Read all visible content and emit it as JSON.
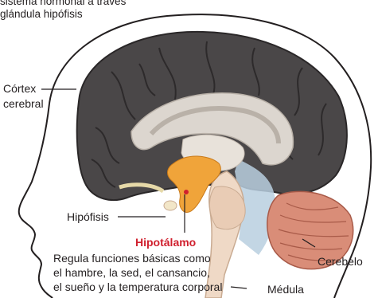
{
  "caption": {
    "line1": "sistema hormonal a través",
    "line2": "glándula hipófisis"
  },
  "labels": {
    "cortex_line1": "Córtex",
    "cortex_line2": "cerebral",
    "hipofisis": "Hipófisis",
    "hipotalamo": "Hipotálamo",
    "description": [
      "Regula funciones básicas como",
      "el hambre, la sed, el cansancio,",
      "el sueño y la temperatura corporal"
    ],
    "cerebelo": "Cerebelo",
    "medula": "Médula"
  },
  "colors": {
    "cortex": "#4a4748",
    "cortex_groove": "#2a2728",
    "white_matter": "#dcd6cf",
    "hypothalamus": "#f0a43a",
    "hypothalamus_dot": "#d0202e",
    "cerebellum": "#d98d78",
    "brainstem": "#efd9c6",
    "ventricle": "#b9cfdf",
    "label_highlight": "#d0202e",
    "outline": "#231f20"
  }
}
